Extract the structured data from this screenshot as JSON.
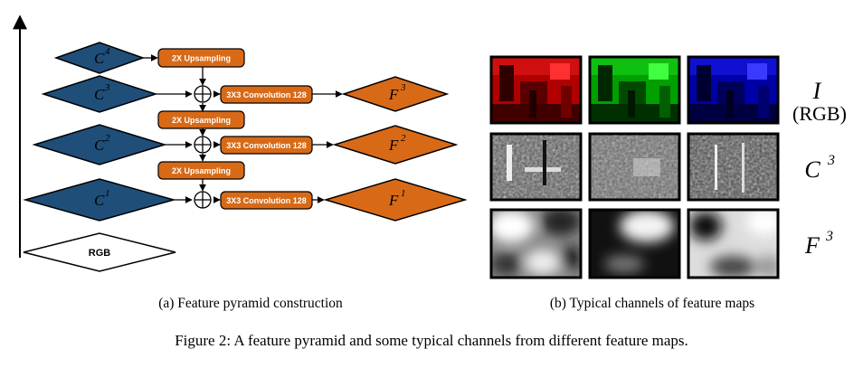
{
  "pyramid": {
    "laterals": [
      {
        "base": "C",
        "sup": "4"
      },
      {
        "base": "C",
        "sup": "3"
      },
      {
        "base": "C",
        "sup": "2"
      },
      {
        "base": "C",
        "sup": "1"
      }
    ],
    "outputs": [
      {
        "base": "F",
        "sup": "3"
      },
      {
        "base": "F",
        "sup": "2"
      },
      {
        "base": "F",
        "sup": "1"
      }
    ],
    "upsample_label": "2X Upsampling",
    "conv_label": "3X3 Convolution 128",
    "input_label": "RGB",
    "plus_symbol": "+",
    "colors": {
      "blue": "#1f4e79",
      "orange": "#d86a17"
    }
  },
  "feature_maps": {
    "rows": [
      {
        "base": "I",
        "sub": "(RGB)"
      },
      {
        "base": "C",
        "sup": "3"
      },
      {
        "base": "F",
        "sup": "3"
      }
    ]
  },
  "captions": {
    "left": "(a) Feature pyramid construction",
    "right": "(b) Typical channels of feature maps",
    "figure": "Figure 2: A feature pyramid and some typical channels from different feature maps."
  }
}
